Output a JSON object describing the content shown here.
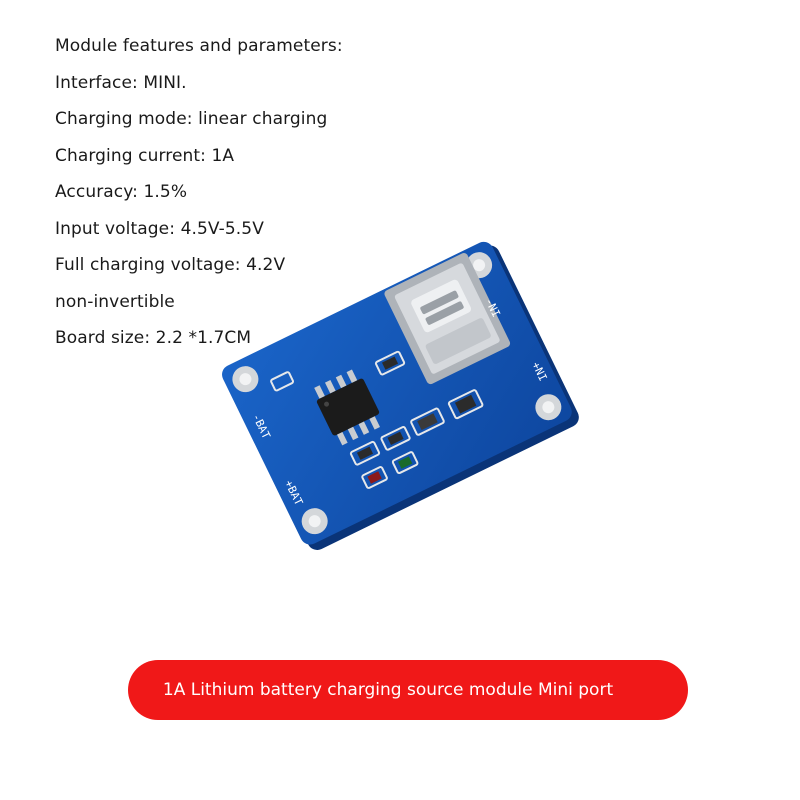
{
  "specs": {
    "lines": [
      "Module features and parameters:",
      "Interface: MINI.",
      "Charging mode: linear charging",
      "Charging current: 1A",
      "Accuracy: 1.5%",
      "Input voltage: 4.5V-5.5V",
      "Full charging voltage: 4.2V",
      "non-invertible",
      "Board size: 2.2 *1.7CM"
    ]
  },
  "board": {
    "labels": {
      "in_minus": "-NI",
      "in_plus": "+NI",
      "bat_minus": "-BAT",
      "bat_plus": "+BAT"
    },
    "colors": {
      "pcb": "#1456b8",
      "pcb_dark": "#0c3f92",
      "pad": "#c9ccd0",
      "chip": "#1b1b1b",
      "connector": "#b9bec4"
    }
  },
  "banner": {
    "text": "1A Lithium battery charging source module Mini port",
    "color": "#f01818"
  }
}
